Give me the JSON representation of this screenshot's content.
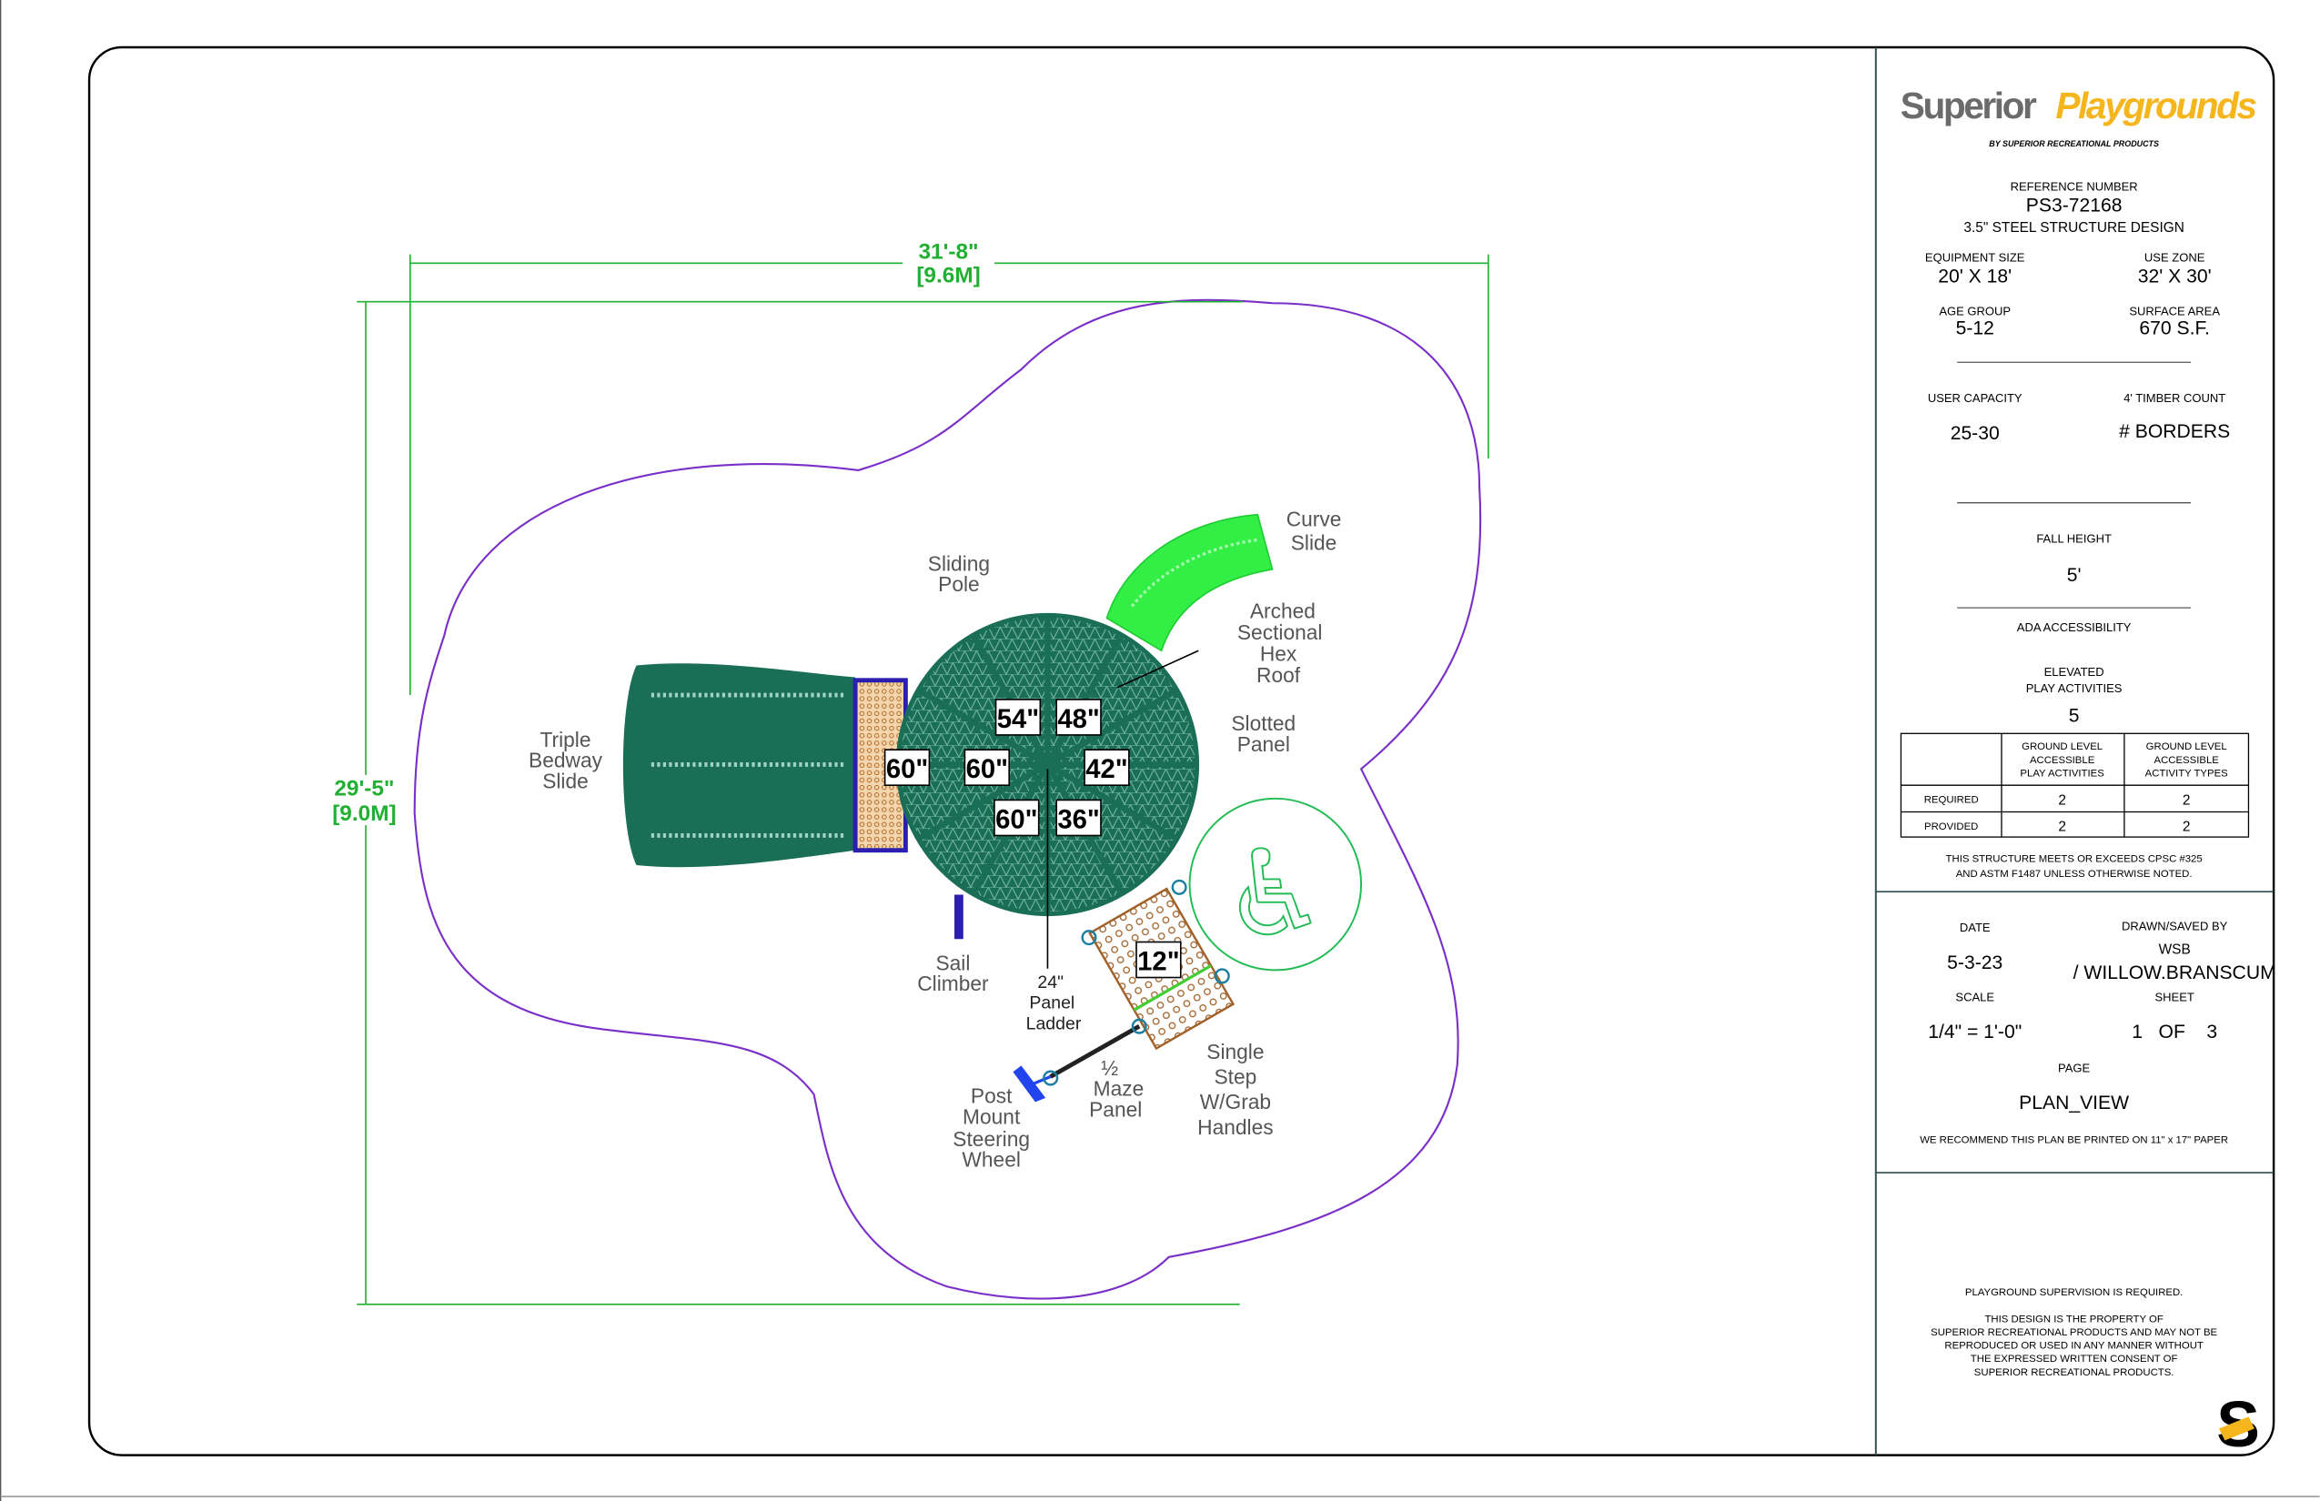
{
  "drawing": {
    "dimension_width": {
      "feet": "31'-8\"",
      "meters": "[9.6M]"
    },
    "dimension_height": {
      "feet": "29'-5\"",
      "meters": "[9.0M]"
    },
    "components": {
      "triple_bedway_slide": [
        "Triple",
        "Bedway",
        "Slide"
      ],
      "sliding_pole": [
        "Sliding",
        "Pole"
      ],
      "curve_slide": [
        "Curve",
        "Slide"
      ],
      "roof": [
        "Arched",
        "Sectional",
        "Hex",
        "Roof"
      ],
      "slotted_panel": [
        "Slotted",
        "Panel"
      ],
      "sail_climber": [
        "Sail",
        "Climber"
      ],
      "panel_ladder": [
        "24\"",
        "Panel",
        "Ladder"
      ],
      "maze_panel": [
        "½",
        "Maze",
        "Panel"
      ],
      "steering_wheel": [
        "Post",
        "Mount",
        "Steering",
        "Wheel"
      ],
      "single_step": [
        "Single",
        "Step",
        "W/Grab",
        "Handles"
      ]
    },
    "deck_heights": [
      "54\"",
      "48\"",
      "60\"",
      "60\"",
      "42\"",
      "60\"",
      "36\"",
      "12\""
    ],
    "colors": {
      "structure": "#1a6e55",
      "curve_slide": "#33ee44",
      "use_zone": "#7a2fc8",
      "dimension": "#22b033",
      "deck": "#e7b476",
      "accent": "#2a1fb0"
    }
  },
  "title_block": {
    "logo": {
      "word1": "Superior",
      "word2": "Playgrounds",
      "tagline": "BY SUPERIOR RECREATIONAL PRODUCTS"
    },
    "reference_label": "REFERENCE NUMBER",
    "reference_number": "PS3-72168",
    "design": "3.5\" STEEL STRUCTURE DESIGN",
    "equipment_size_label": "EQUIPMENT SIZE",
    "equipment_size": "20' X 18'",
    "use_zone_label": "USE ZONE",
    "use_zone": "32' X 30'",
    "age_group_label": "AGE GROUP",
    "age_group": "5-12",
    "surface_area_label": "SURFACE AREA",
    "surface_area": "670 S.F.",
    "user_capacity_label": "USER CAPACITY",
    "user_capacity": "25-30",
    "timber_label": "4' TIMBER COUNT",
    "timber": "# BORDERS",
    "fall_height_label": "FALL HEIGHT",
    "fall_height": "5'",
    "ada_label": "ADA ACCESSIBILITY",
    "elevated_label_1": "ELEVATED",
    "elevated_label_2": "PLAY ACTIVITIES",
    "elevated": "5",
    "table": {
      "headers": [
        [
          "GROUND LEVEL",
          "ACCESSIBLE",
          "PLAY ACTIVITIES"
        ],
        [
          "GROUND LEVEL",
          "ACCESSIBLE",
          "ACTIVITY TYPES"
        ]
      ],
      "rows": [
        {
          "label": "REQUIRED",
          "values": [
            "2",
            "2"
          ]
        },
        {
          "label": "PROVIDED",
          "values": [
            "2",
            "2"
          ]
        }
      ]
    },
    "compliance": [
      "THIS STRUCTURE MEETS OR EXCEEDS CPSC #325",
      "AND ASTM F1487 UNLESS OTHERWISE NOTED."
    ],
    "date_label": "DATE",
    "date": "5-3-23",
    "drawn_label": "DRAWN/SAVED BY",
    "drawn_1": "WSB",
    "drawn_2": "/ WILLOW.BRANSCUM",
    "scale_label": "SCALE",
    "scale": "1/4\" = 1'-0\"",
    "sheet_label": "SHEET",
    "sheet": "1   OF    3",
    "page_label": "PAGE",
    "page": "PLAN_VIEW",
    "print_note": "WE RECOMMEND THIS PLAN BE PRINTED ON 11\" x 17\" PAPER",
    "supervision": "PLAYGROUND SUPERVISION IS REQUIRED.",
    "property": [
      "THIS DESIGN IS THE PROPERTY OF",
      "SUPERIOR RECREATIONAL PRODUCTS AND MAY NOT BE",
      "REPRODUCED OR USED IN ANY MANNER WITHOUT",
      "THE EXPRESSED WRITTEN CONSENT OF",
      "SUPERIOR RECREATIONAL PRODUCTS."
    ]
  }
}
